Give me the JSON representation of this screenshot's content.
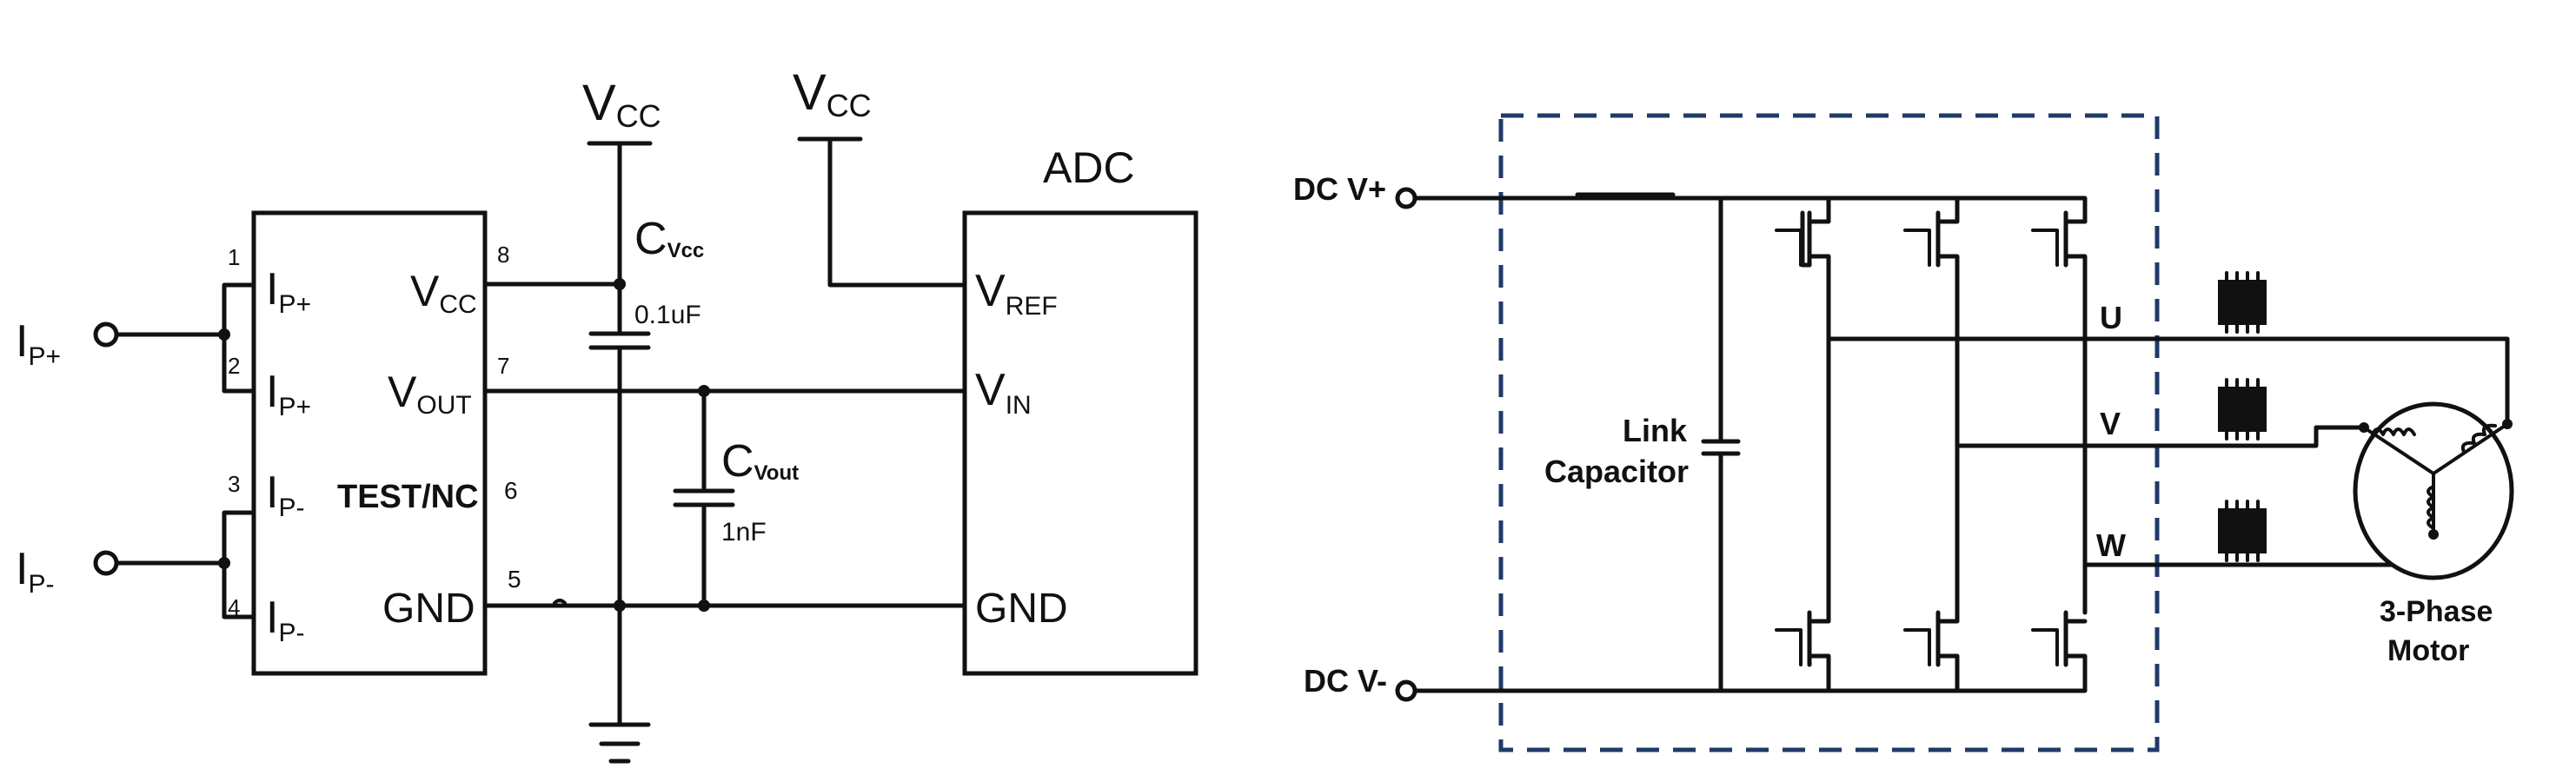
{
  "sensor_circuit": {
    "terminals": {
      "ip_plus": "I",
      "ip_plus_sub": "P+",
      "ip_minus": "I",
      "ip_minus_sub": "P-"
    },
    "ic": {
      "pins": [
        {
          "number": "1",
          "label": "I",
          "sub": "P+"
        },
        {
          "number": "2",
          "label": "I",
          "sub": "P+"
        },
        {
          "number": "3",
          "label": "I",
          "sub": "P-"
        },
        {
          "number": "4",
          "label": "I",
          "sub": "P-"
        },
        {
          "number": "8",
          "label": "V",
          "sub": "CC"
        },
        {
          "number": "7",
          "label": "V",
          "sub": "OUT"
        },
        {
          "number": "6",
          "label": "TEST/NC",
          "sub": ""
        },
        {
          "number": "5",
          "label": "GND",
          "sub": ""
        }
      ]
    },
    "vcc_rail_1": {
      "label": "V",
      "sub": "CC"
    },
    "vcc_rail_2": {
      "label": "V",
      "sub": "CC"
    },
    "cap_vcc": {
      "label": "C",
      "sub": "Vcc",
      "value": "0.1uF"
    },
    "cap_vout": {
      "label": "C",
      "sub": "Vout",
      "value": "1nF"
    },
    "adc": {
      "title": "ADC",
      "pins": [
        {
          "label": "V",
          "sub": "REF"
        },
        {
          "label": "V",
          "sub": "IN"
        },
        {
          "label": "GND",
          "sub": ""
        }
      ]
    }
  },
  "inverter_circuit": {
    "dc_plus": "DC V+",
    "dc_minus": "DC V-",
    "link_capacitor": [
      "Link",
      "Capacitor"
    ],
    "phases": [
      "U",
      "V",
      "W"
    ],
    "motor": [
      "3-Phase",
      "Motor"
    ]
  }
}
